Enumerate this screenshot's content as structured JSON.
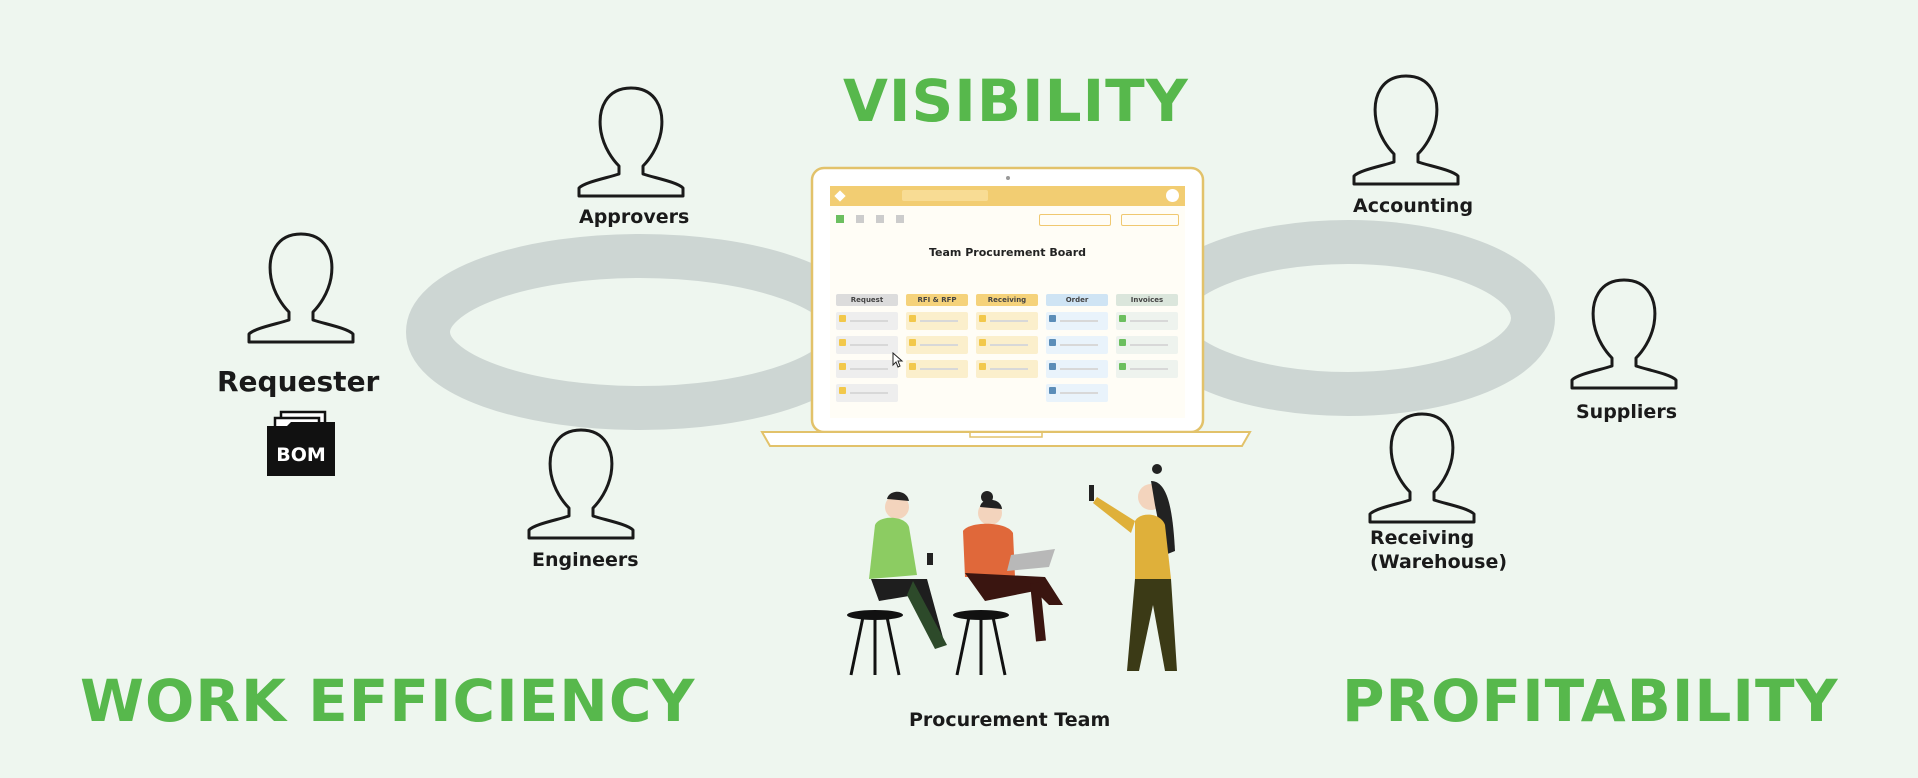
{
  "headlines": {
    "top": "VISIBILITY",
    "bottom_left": "WORK EFFICIENCY",
    "bottom_right": "PROFITABILITY"
  },
  "roles": {
    "requester": "Requester",
    "bom": "BOM",
    "approvers": "Approvers",
    "engineers": "Engineers",
    "accounting": "Accounting",
    "suppliers": "Suppliers",
    "receiving_line1": "Receiving",
    "receiving_line2": "(Warehouse)",
    "procurement_team": "Procurement Team"
  },
  "board": {
    "title": "Team Procurement Board",
    "columns": [
      "Request",
      "RFI & RFP",
      "Receiving",
      "Order",
      "Invoices"
    ]
  },
  "colors": {
    "accent_green": "#57b84c",
    "loop_gray": "#cdd6d3",
    "laptop_gold": "#e2c26a"
  },
  "icons": [
    "person-icon",
    "folder-icon",
    "laptop-icon",
    "cursor-icon"
  ]
}
